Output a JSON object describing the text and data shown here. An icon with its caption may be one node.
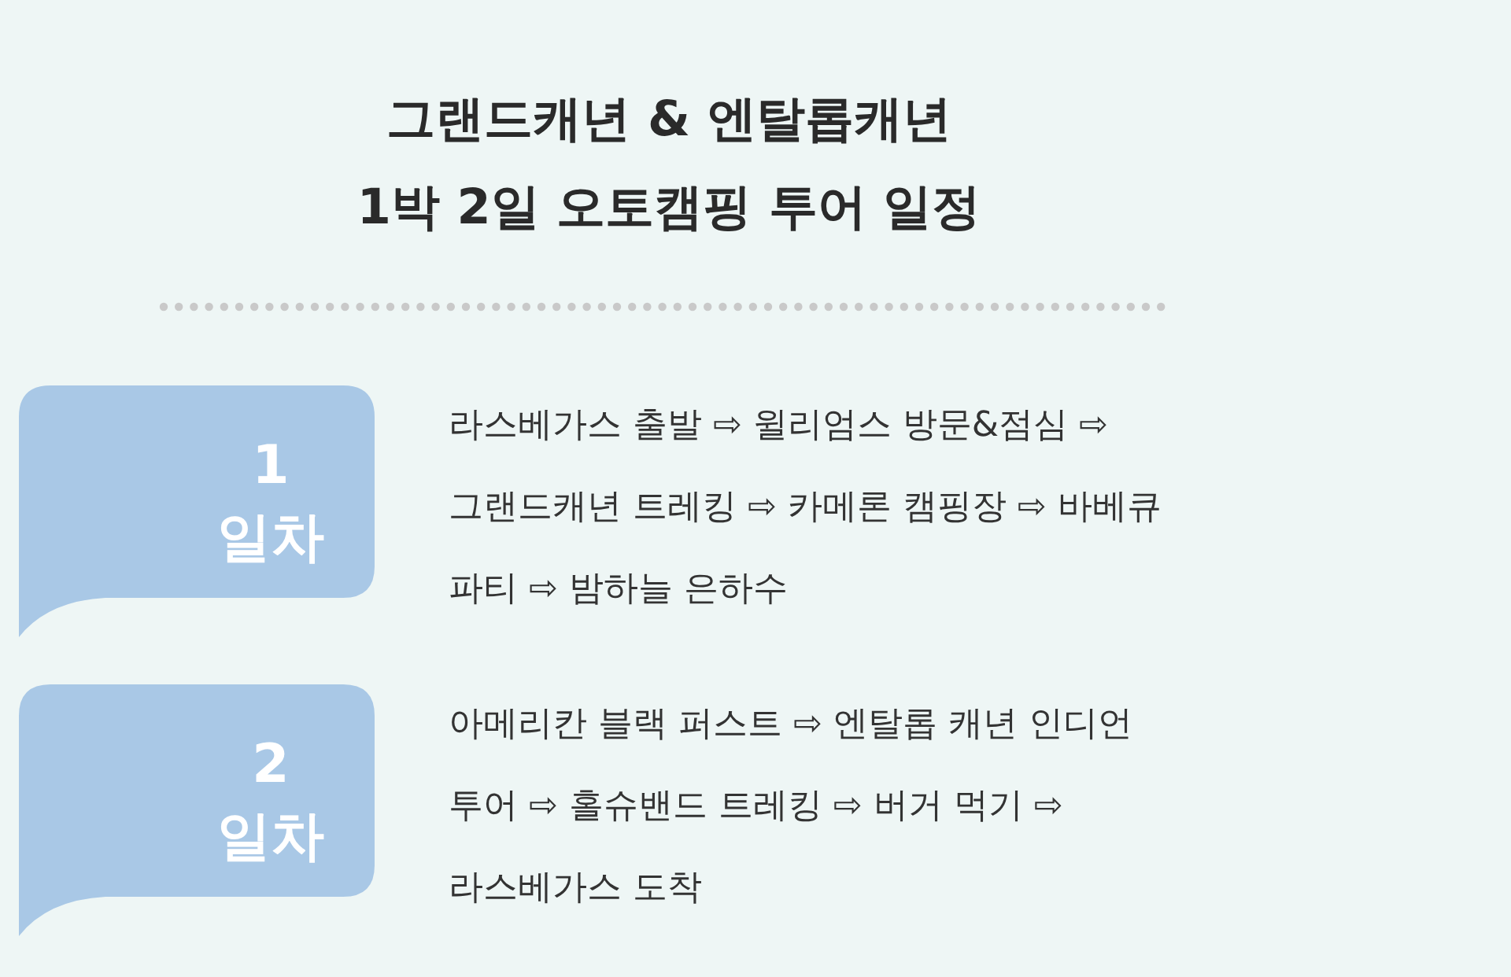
{
  "diagram": {
    "title": "그랜드캐년 & 엔탈롭캐년 1박 2일 오토캠핑 투어 일정",
    "nodes": [
      {
        "text": [
          "1 일차"
        ],
        "beside": [
          "라스베가스 출발 ⇨ 윌리엄스 방문&점심 ⇨ 그랜드캐년 트레킹 ⇨ 카메론 캠핑장 ⇨ 바베큐 파티 ⇨ 밤하늘 은하수"
        ]
      },
      {
        "text": [
          "2 일차"
        ],
        "beside": [
          "아메리칸 블랙 퍼스트 ⇨ 엔탈롭 캐년 인디언 투어 ⇨ 홀슈밴드 트레킹 ⇨ 버거 먹기 ⇨ 라스베가스 도착"
        ]
      }
    ]
  }
}
